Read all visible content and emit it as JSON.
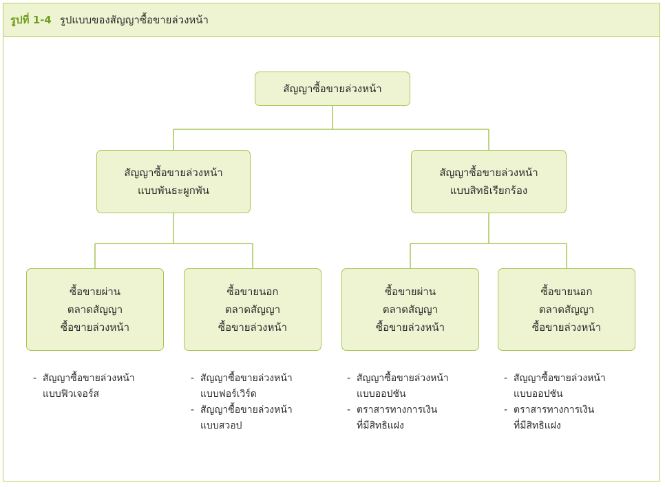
{
  "figure": {
    "label": "รูปที่ 1-4",
    "title": "รูปแบบของสัญญาซื้อขายล่วงหน้า"
  },
  "tree": {
    "root": "สัญญาซื้อขายล่วงหน้า",
    "left": {
      "line1": "สัญญาซื้อขายล่วงหน้า",
      "line2": "แบบพันธะผูกพัน"
    },
    "right": {
      "line1": "สัญญาซื้อขายล่วงหน้า",
      "line2": "แบบสิทธิเรียกร้อง"
    },
    "leaves": [
      {
        "lines": [
          "ซื้อขายผ่าน",
          "ตลาดสัญญา",
          "ซื้อขายล่วงหน้า"
        ],
        "bullets": [
          [
            "สัญญาซื้อขายล่วงหน้า",
            "แบบฟิวเจอร์ส"
          ]
        ]
      },
      {
        "lines": [
          "ซื้อขายนอก",
          "ตลาดสัญญา",
          "ซื้อขายล่วงหน้า"
        ],
        "bullets": [
          [
            "สัญญาซื้อขายล่วงหน้า",
            "แบบฟอร์เวิร์ด"
          ],
          [
            "สัญญาซื้อขายล่วงหน้า",
            "แบบสวอป"
          ]
        ]
      },
      {
        "lines": [
          "ซื้อขายผ่าน",
          "ตลาดสัญญา",
          "ซื้อขายล่วงหน้า"
        ],
        "bullets": [
          [
            "สัญญาซื้อขายล่วงหน้า",
            "แบบออปชัน"
          ],
          [
            "ตราสารทางการเงิน",
            "ที่มีสิทธิแฝง"
          ]
        ]
      },
      {
        "lines": [
          "ซื้อขายนอก",
          "ตลาดสัญญา",
          "ซื้อขายล่วงหน้า"
        ],
        "bullets": [
          [
            "สัญญาซื้อขายล่วงหน้า",
            "แบบออปชัน"
          ],
          [
            "ตราสารทางการเงิน",
            "ที่มีสิทธิแฝง"
          ]
        ]
      }
    ],
    "bullet_marker": "-"
  },
  "colors": {
    "accent": "#6f9e1e",
    "box_fill": "#eef4d2",
    "box_border": "#a6c552",
    "line": "#a6c552"
  }
}
